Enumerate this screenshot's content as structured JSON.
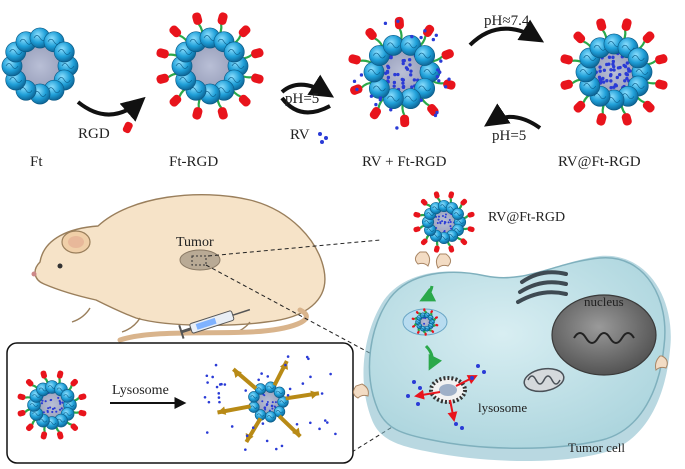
{
  "stages": {
    "ft": "Ft",
    "ft_rgd": "Ft-RGD",
    "rv_ft_rgd": "RV + Ft-RGD",
    "rv_at_ft_rgd": "RV@Ft-RGD"
  },
  "arrows": {
    "rgd": "RGD",
    "ph5_load": "pH=5",
    "rv": "RV",
    "ph74": "pH≈7.4",
    "ph5_back": "pH=5"
  },
  "lower": {
    "tumor": "Tumor",
    "cell_particle": "RV@Ft-RGD",
    "nucleus": "nucleus",
    "lysosome_arrow": "Lysosome",
    "lysosome_organelle": "lysosome",
    "tumor_cell": "Tumor cell"
  },
  "colors": {
    "ferritin_blue": "#1f9fd8",
    "rgd_red": "#e8141c",
    "linker_green": "#2aa84a",
    "drug_blue": "#2a3bd6",
    "arrow_gold": "#b88a16",
    "mouse_fill": "#f6e3c8"
  }
}
